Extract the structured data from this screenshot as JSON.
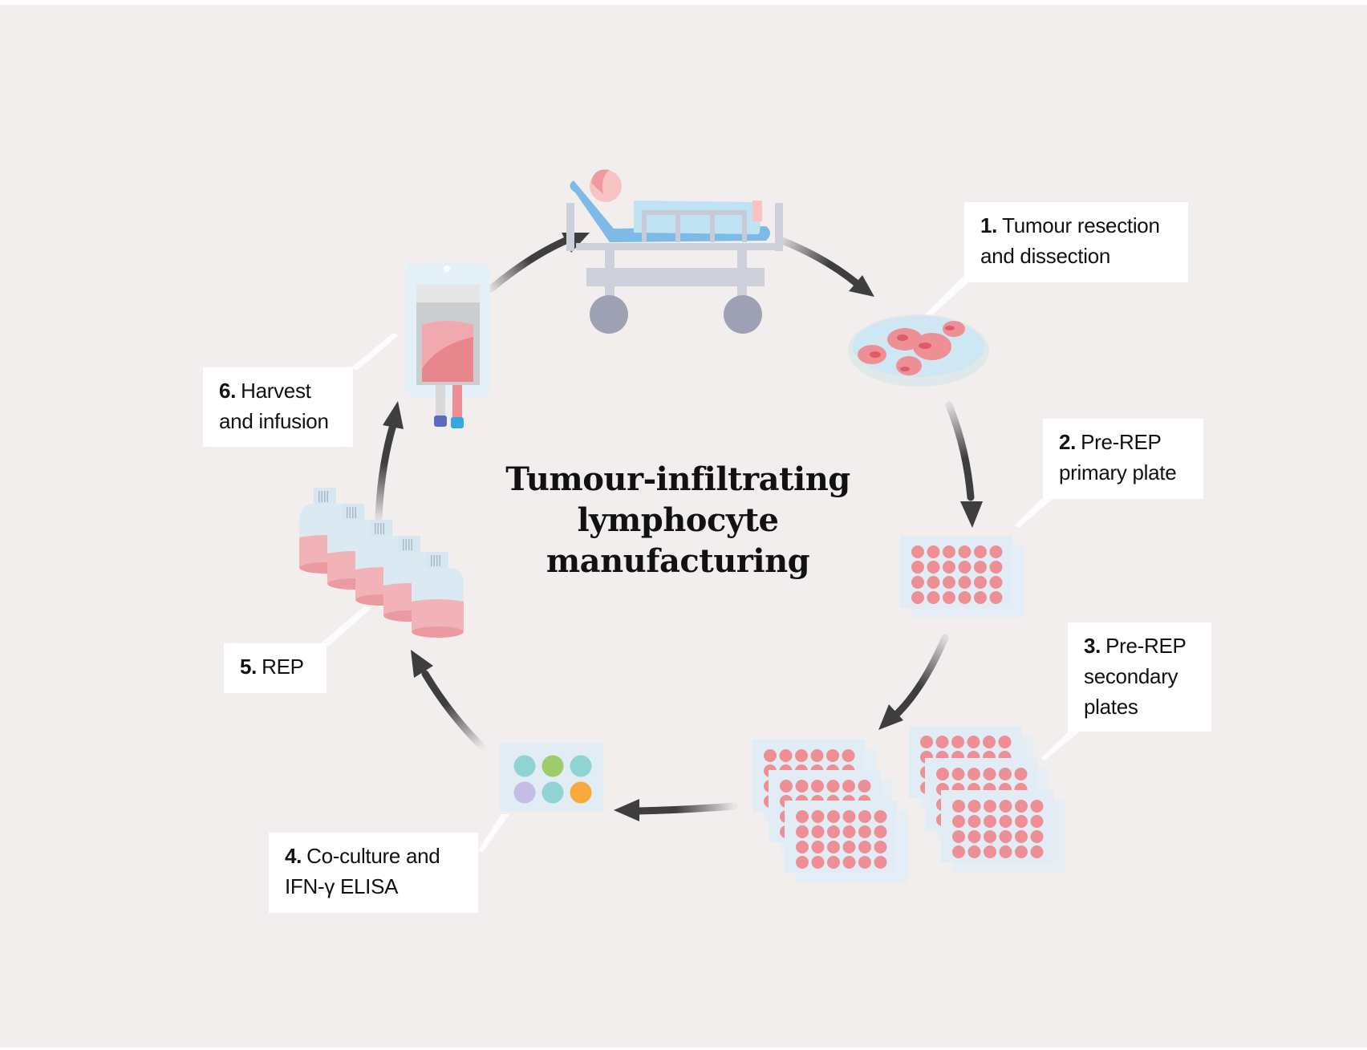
{
  "title": {
    "lines": [
      "Tumour-infiltrating",
      "lymphocyte",
      "manufacturing"
    ]
  },
  "steps": [
    {
      "number": "1.",
      "lines": [
        "Tumour resection",
        "and dissection"
      ],
      "illustration": "patient-stretcher-and-petri-dish"
    },
    {
      "number": "2.",
      "lines": [
        "Pre-REP",
        "primary plate"
      ],
      "illustration": "24-well-plate"
    },
    {
      "number": "3.",
      "lines": [
        "Pre-REP",
        "secondary",
        "plates"
      ],
      "illustration": "stacked-24-well-plates"
    },
    {
      "number": "4.",
      "lines": [
        "Co-culture and",
        "IFN-γ ELISA"
      ],
      "illustration": "6-well-elisa-plate"
    },
    {
      "number": "5.",
      "lines": [
        "REP"
      ],
      "illustration": "culture-flasks"
    },
    {
      "number": "6.",
      "lines": [
        "Harvest",
        "and infusion"
      ],
      "illustration": "iv-infusion-bag"
    }
  ],
  "colors": {
    "background": "#f3eeee",
    "arrow": "#3e3e40",
    "well_pink": "#ee8f95",
    "plate": "#e2ecf4",
    "elisa_wells": [
      "#8fd3d3",
      "#9ccc6b",
      "#8fd3d3",
      "#c6bde6",
      "#8fd3d3",
      "#f8a93a"
    ]
  }
}
